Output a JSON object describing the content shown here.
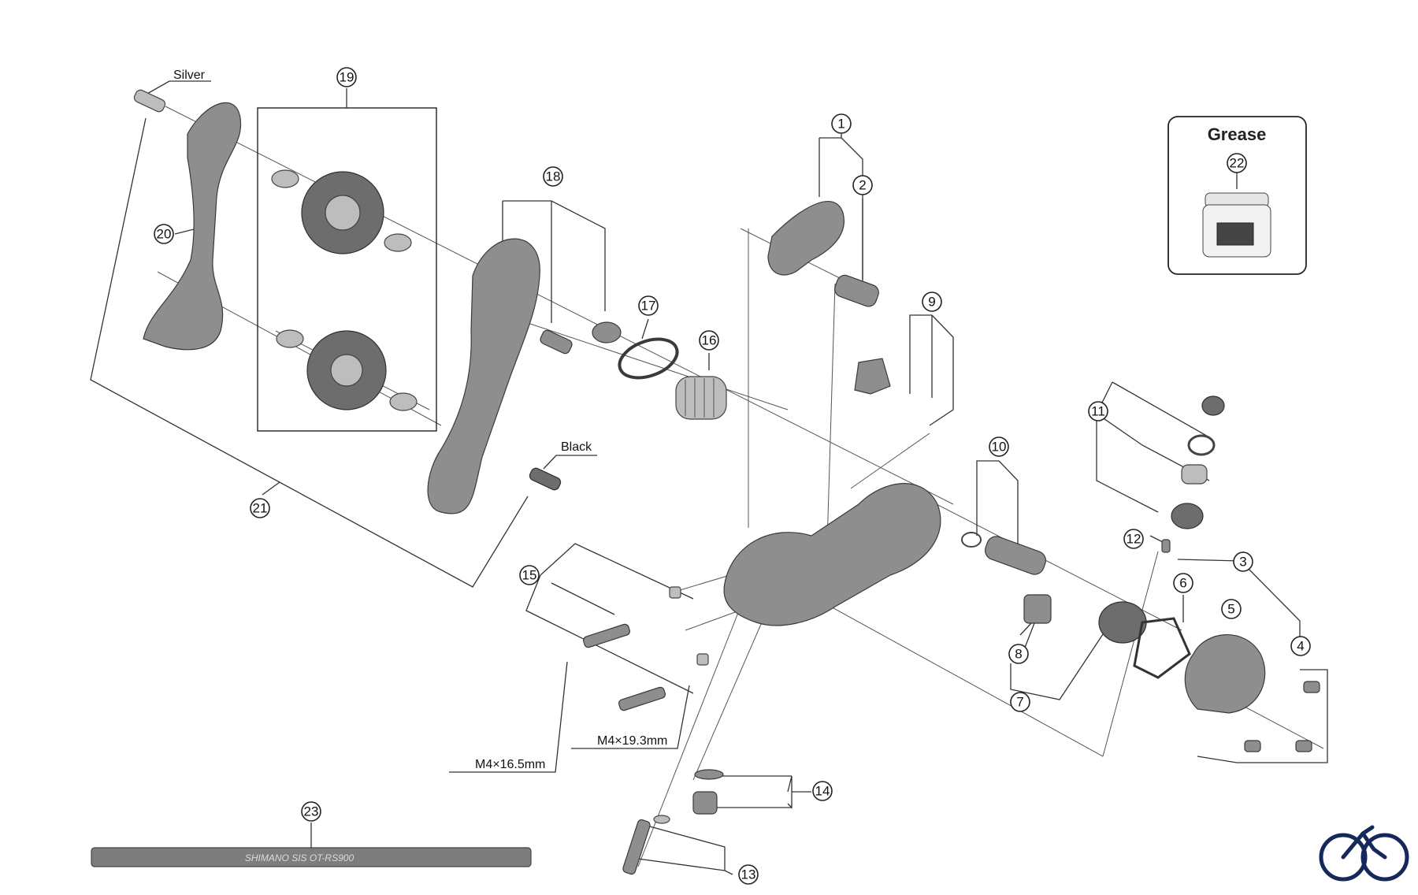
{
  "callouts": [
    "1",
    "2",
    "3",
    "4",
    "5",
    "6",
    "7",
    "8",
    "9",
    "10",
    "11",
    "12",
    "13",
    "14",
    "15",
    "16",
    "17",
    "18",
    "19",
    "20",
    "21",
    "22",
    "23"
  ],
  "labels": {
    "silver": "Silver",
    "black": "Black",
    "grease": "Grease",
    "m4_165": "M4×16.5mm",
    "m4_193": "M4×19.3mm"
  },
  "cable_print": "SHIMANO SIS  OT-RS900"
}
